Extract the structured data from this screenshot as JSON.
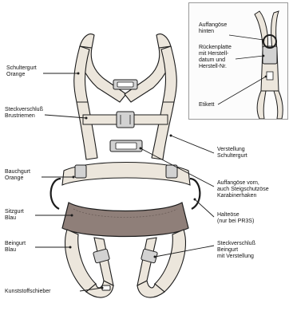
{
  "labels": {
    "schultergurt": "Schultergurt\nOrange",
    "steckverschluss_brust": "Steckverschluß\nBrustriemen",
    "bauchgurt": "Bauchgurt\nOrange",
    "sitzgurt": "Sitzgurt\nBlau",
    "beingurt": "Beingurt\nBlau",
    "kunststoffschieber": "Kunststoffschieber",
    "verstellung_schultergurt": "Verstellung\nSchultergurt",
    "auffangoese_vorn": "Auffangöse vorn,\nauch Steigschutzöse\nKarabinerhaken",
    "halteoese": "Halteöse\n(nur bei PR3S)",
    "steckverschluss_bein": "Steckverschluß\nBeingurt\nmit Verstellung"
  },
  "inset": {
    "auffangoese_hinten": "Auffangöse\nhinten",
    "rueckenplatte": "Rückenplatte\nmit Herstell-\ndatum und\nHerstell-Nr.",
    "etikett": "Etikett"
  },
  "colors": {
    "webbing": "#ece6dc",
    "seat": "#8f7f79",
    "ink": "#1c1c1c",
    "metal": "#d2d2d2"
  }
}
